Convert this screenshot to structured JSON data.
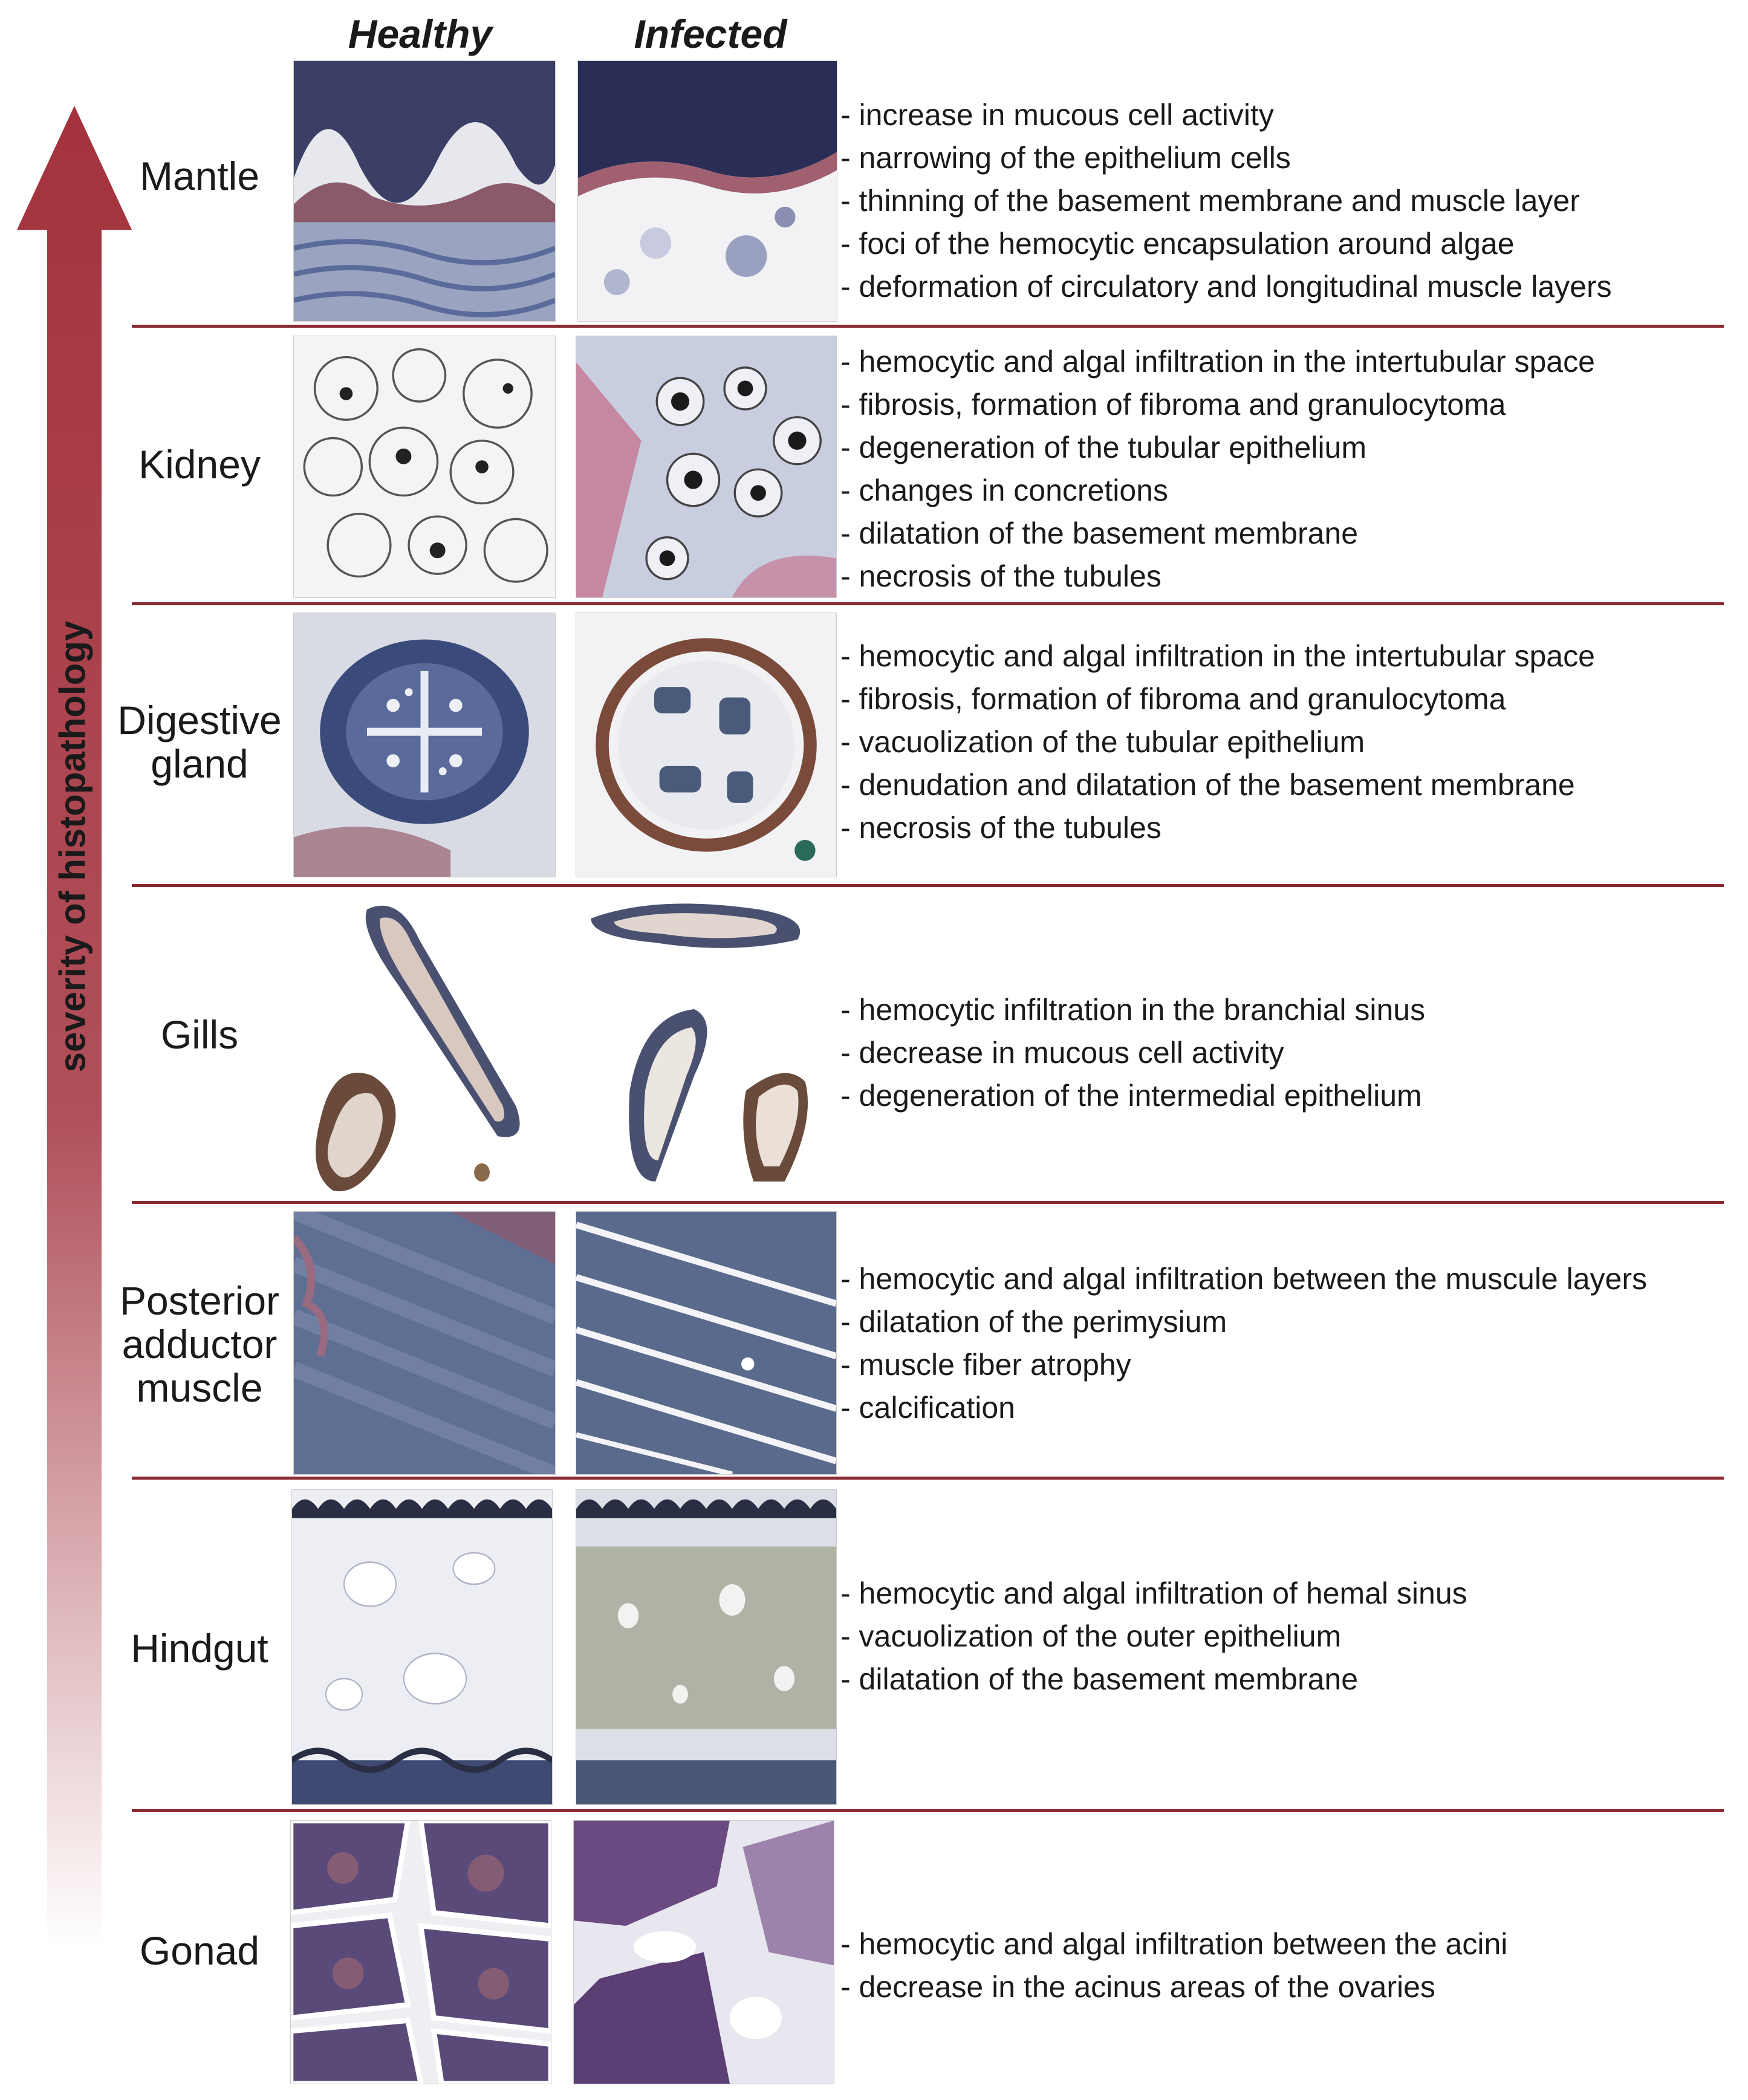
{
  "columns": {
    "healthy": "Healthy",
    "infected": "Infected"
  },
  "axis_label": "severity of histopathology",
  "colors": {
    "arrow": "#a3323c",
    "separator": "#8c2a33"
  },
  "organs": [
    {
      "name_lines": [
        "Mantle"
      ],
      "changes": [
        "- increase in mucous cell activity",
        "- narrowing of the epithelium cells",
        "- thinning of the basement membrane and muscle layer",
        "- foci of the hemocytic encapsulation around algae",
        "- deformation of circulatory and longitudinal muscle layers"
      ]
    },
    {
      "name_lines": [
        "Kidney"
      ],
      "changes": [
        "- hemocytic and algal infiltration in the intertubular space",
        "- fibrosis, formation of fibroma and granulocytoma",
        "- degeneration of the tubular epithelium",
        "- changes in concretions",
        "- dilatation of the basement membrane",
        "- necrosis of the tubules"
      ]
    },
    {
      "name_lines": [
        "Digestive",
        "gland"
      ],
      "changes": [
        "- hemocytic and algal infiltration in the intertubular space",
        "- fibrosis, formation of fibroma and granulocytoma",
        "- vacuolization of the tubular epithelium",
        "- denudation and dilatation of the basement membrane",
        "- necrosis of the tubules"
      ]
    },
    {
      "name_lines": [
        "Gills"
      ],
      "changes": [
        "- hemocytic infiltration in the branchial sinus",
        "- decrease in mucous cell activity",
        "- degeneration of the intermedial epithelium"
      ]
    },
    {
      "name_lines": [
        "Posterior",
        "adductor",
        "muscle"
      ],
      "changes": [
        "- hemocytic and algal infiltration between the muscule layers",
        "- dilatation of the perimysium",
        "- muscle fiber atrophy",
        "- calcification"
      ]
    },
    {
      "name_lines": [
        "Hindgut"
      ],
      "changes": [
        "- hemocytic and algal infiltration of hemal sinus",
        "- vacuolization of the outer epithelium",
        "- dilatation of the basement membrane"
      ]
    },
    {
      "name_lines": [
        "Gonad"
      ],
      "changes": [
        "- hemocytic and algal infiltration between the acini",
        "- decrease in the acinus areas of the ovaries"
      ]
    }
  ]
}
